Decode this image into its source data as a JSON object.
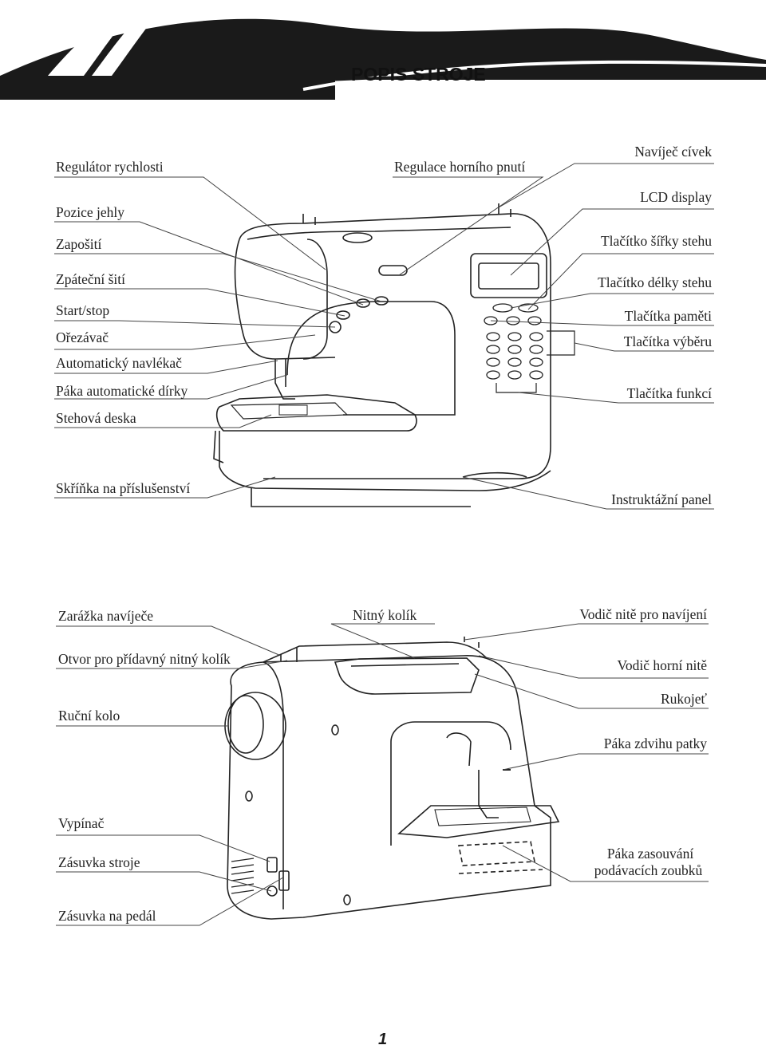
{
  "header": {
    "title": "POPIS STROJE"
  },
  "front_view": {
    "labels_left": [
      "Regulátor rychlosti",
      "Pozice jehly",
      "Zapošití",
      "Zpáteční šití",
      "Start/stop",
      "Ořezávač",
      "Automatický navlékač",
      "Páka automatické dírky",
      "Stehová deska",
      "Skříňka na příslušenství"
    ],
    "labels_top": [
      "Regulace horního pnutí"
    ],
    "labels_right": [
      "Navíječ cívek",
      "LCD display",
      "Tlačítko šířky stehu",
      "Tlačítko délky stehu",
      "Tlačítka paměti",
      "Tlačítka výběru",
      "Tlačítka funkcí",
      "Instruktážní panel"
    ]
  },
  "back_view": {
    "labels_left": [
      "Zarážka navíječe",
      "Otvor pro přídavný nitný kolík",
      "Ruční kolo",
      "Vypínač",
      "Zásuvka stroje",
      "Zásuvka na pedál"
    ],
    "labels_top": [
      "Nitný kolík"
    ],
    "labels_right": [
      "Vodič nitě pro navíjení",
      "Vodič horní nitě",
      "Rukojeť",
      "Páka zdvihu patky",
      "Páka zasouvání",
      "podávacích zoubků"
    ]
  },
  "footer": {
    "page_number": "1"
  }
}
